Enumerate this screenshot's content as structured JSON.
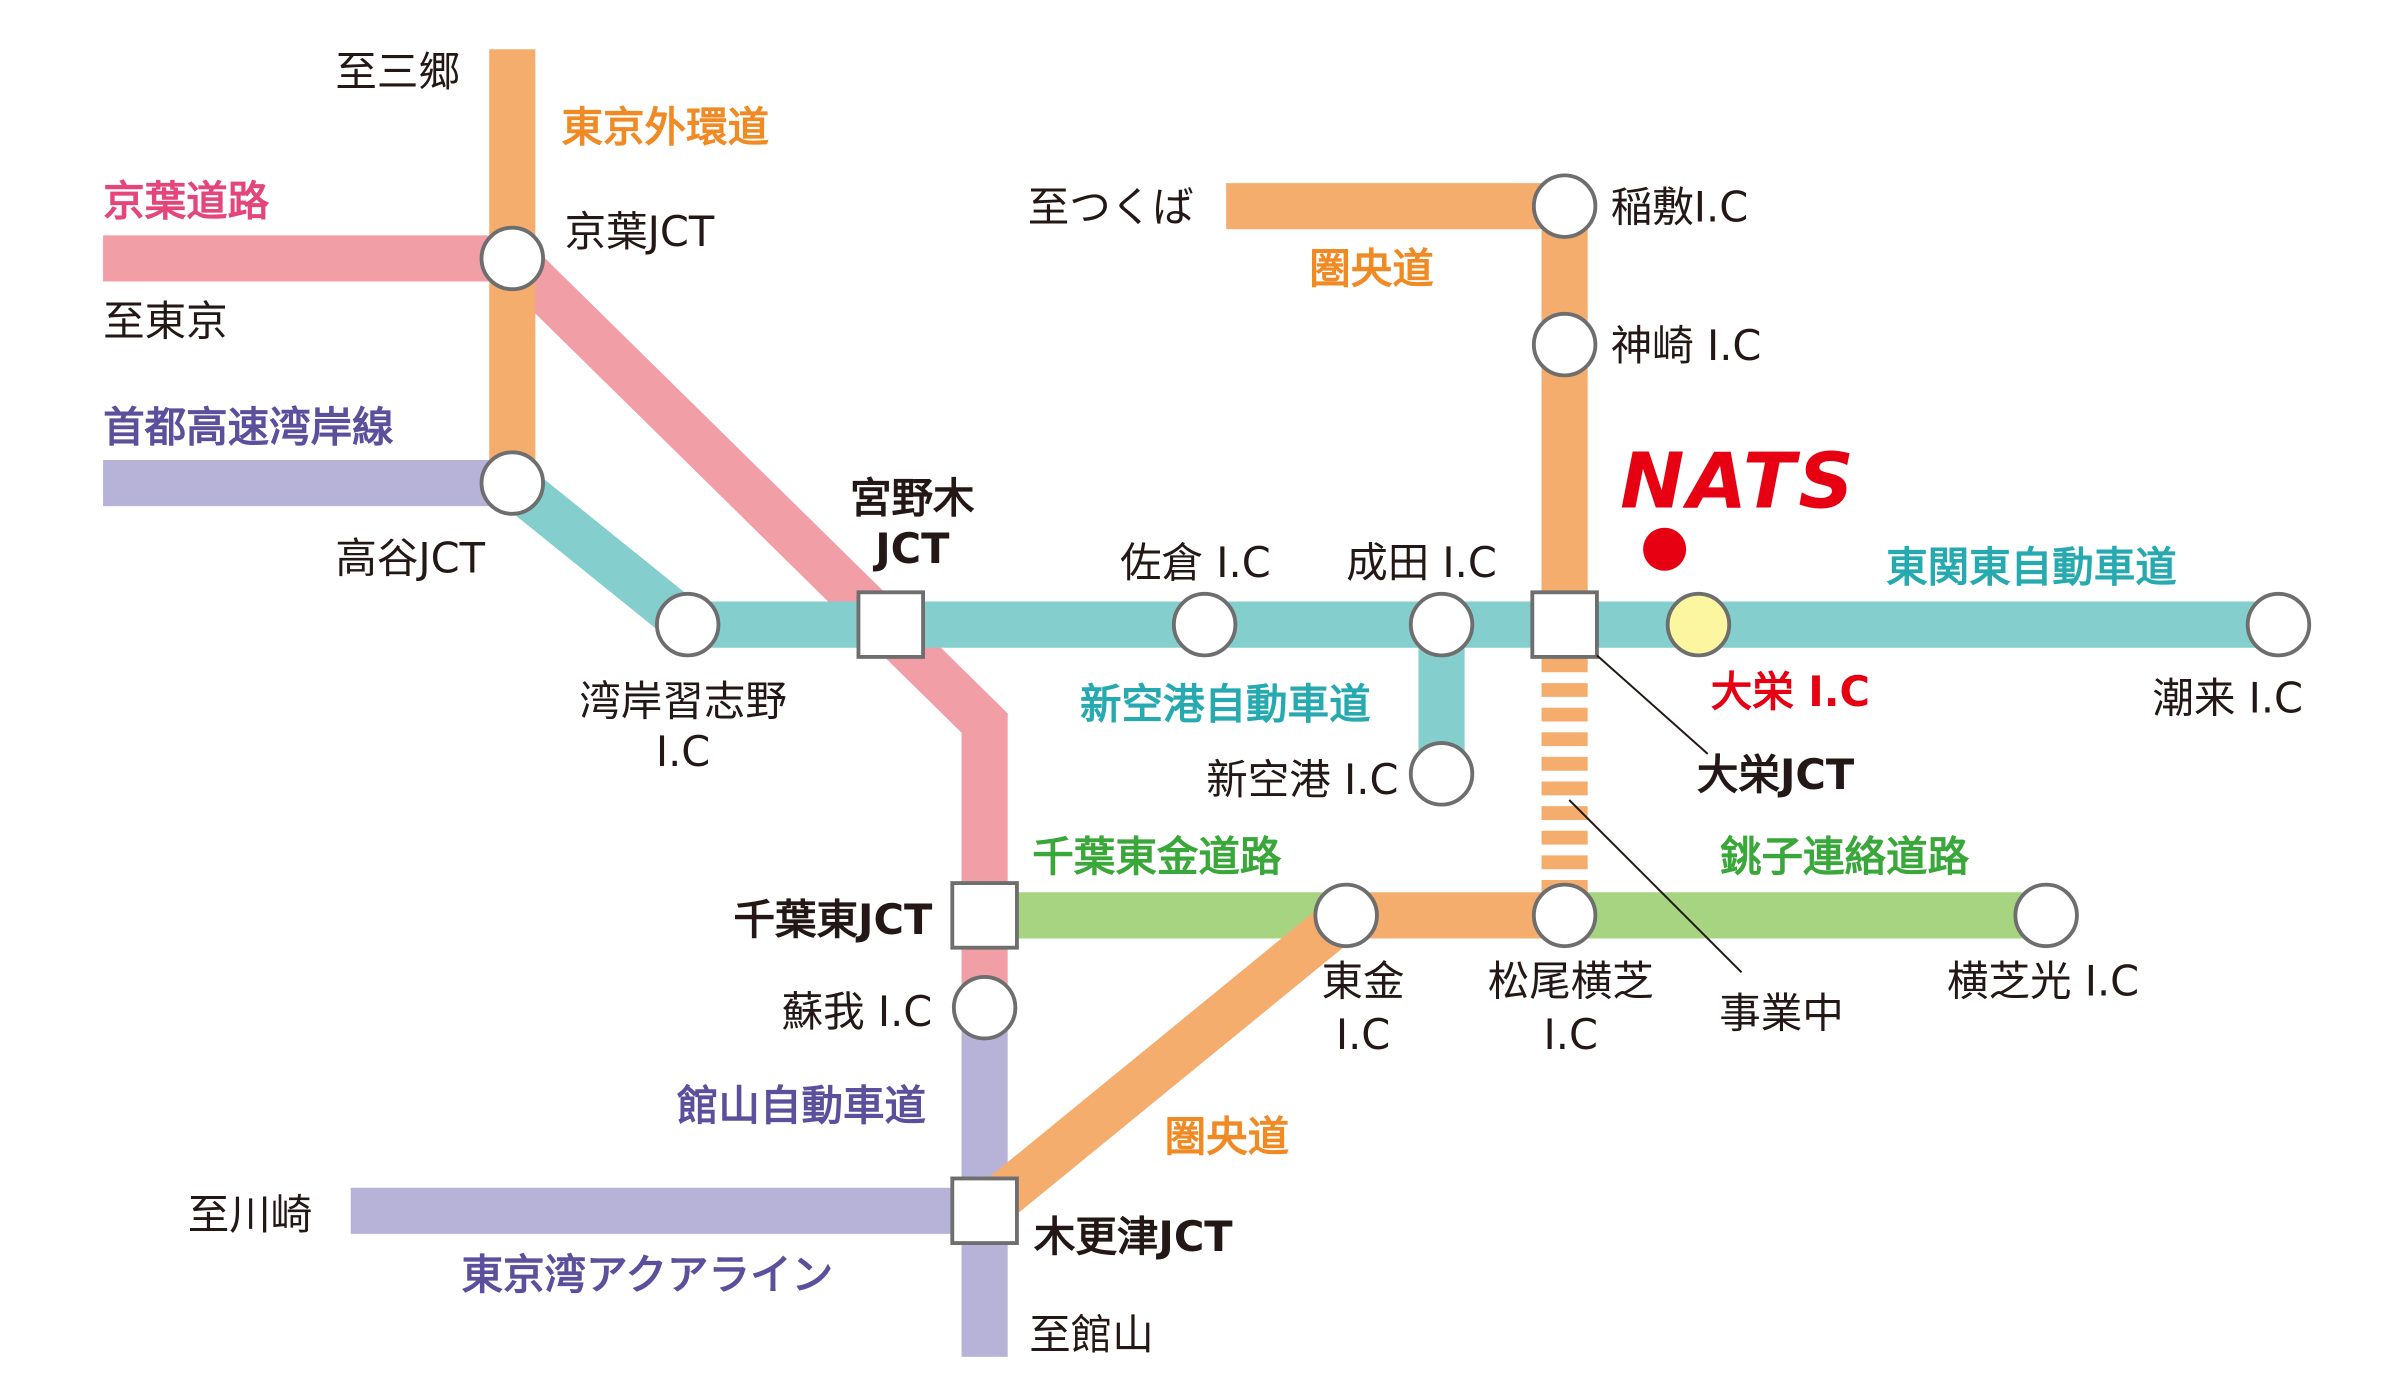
{
  "brand": {
    "name": "NATS"
  },
  "colors": {
    "orange": "#f5ad6e",
    "pink": "#f19ea7",
    "teal": "#84cece",
    "lavender": "#b7b2d8",
    "green": "#a6d481",
    "dash": "#f5ad6e",
    "highlight": "#fdf6a0",
    "red": "#e60012",
    "label_pink": "#e4457b",
    "label_orange": "#f08a24",
    "label_teal": "#27a9b0",
    "label_purple": "#5c4f9b",
    "label_green": "#3aa73a",
    "label_red": "#e60012",
    "label_dark": "#231815"
  },
  "roads": {
    "tokyo_gaikan": "東京外環道",
    "keiyo_road": "京葉道路",
    "shuto_wangan": "首都高速湾岸線",
    "ken_o_do_north": "圏央道",
    "higashi_kanto": "東関東自動車道",
    "shin_kuko": "新空港自動車道",
    "chiba_togane": "千葉東金道路",
    "choshi_renraku": "銚子連絡道路",
    "tateyama": "館山自動車道",
    "ken_o_do_south": "圏央道",
    "aqualine": "東京湾アクアライン"
  },
  "destinations": {
    "misato": "至三郷",
    "tokyo": "至東京",
    "tsukuba": "至つくば",
    "kawasaki": "至川崎",
    "tateyama": "至館山"
  },
  "stations": {
    "keiyo_jct": "京葉JCT",
    "takaya_jct": "高谷JCT",
    "wangan_narashino_1": "湾岸習志野",
    "wangan_narashino_2": "I.C",
    "miyanogi_jct_1": "宮野木",
    "miyanogi_jct_2": "JCT",
    "sakura_ic": "佐倉 I.C",
    "narita_ic": "成田 I.C",
    "inashiki_ic": "稲敷I.C",
    "kozaki_ic": "神崎 I.C",
    "taiei_ic": "大栄 I.C",
    "taiei_jct": "大栄JCT",
    "itako_ic": "潮来 I.C",
    "shin_kuko_ic": "新空港 I.C",
    "chiba_higashi_jct": "千葉東JCT",
    "soga_ic": "蘇我 I.C",
    "togane_ic_1": "東金",
    "togane_ic_2": "I.C",
    "matsuo_yokoshiba_ic_1": "松尾横芝",
    "matsuo_yokoshiba_ic_2": "I.C",
    "under_construction": "事業中",
    "yokoshibahikari_ic": "横芝光 I.C",
    "kisarazu_jct": "木更津JCT"
  }
}
